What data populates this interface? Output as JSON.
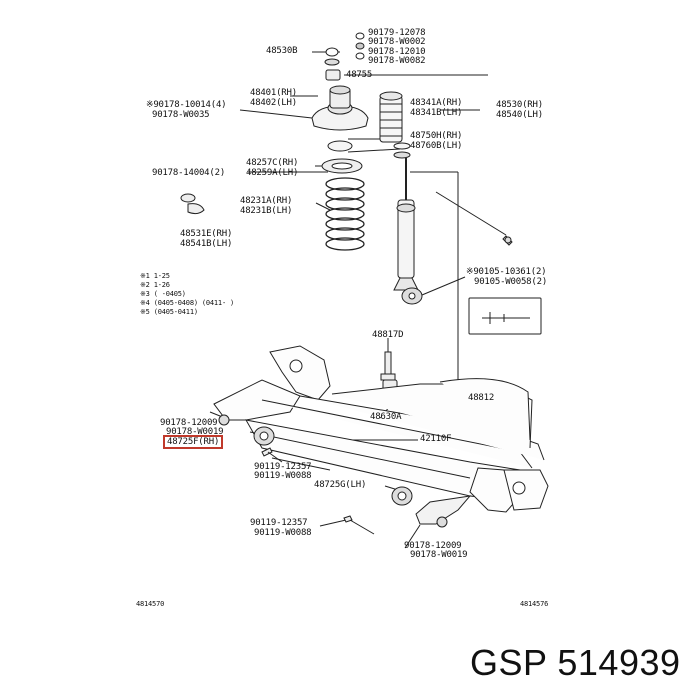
{
  "labels": {
    "l48530b": "48530B",
    "l90179_12078": "90179-12078",
    "l90178_w0002": "90178-W0002",
    "l90178_12010": "90178-12010",
    "l90178_w0082": "90178-W0082",
    "l48755": "48755",
    "l48401": "48401(RH)",
    "l48402": "48402(LH)",
    "l90178_10014": "※90178-10014(4)",
    "l90178_w0035": "90178-W0035",
    "l48341a": "48341A(RH)",
    "l48341b": "48341B(LH)",
    "l48530": "48530(RH)",
    "l48540": "48540(LH)",
    "l48750h": "48750H(RH)",
    "l48760b": "48760B(LH)",
    "l48257c": "48257C(RH)",
    "l48259a": "48259A(LH)",
    "l90178_14004": "90178-14004(2)",
    "l48231a": "48231A(RH)",
    "l48231b": "48231B(LH)",
    "l48531e": "48531E(RH)",
    "l48541b": "48541B(LH)",
    "l90105_10361": "※90105-10361(2)",
    "l90105_w0058": "90105-W0058(2)",
    "l48817d": "48817D",
    "l48812": "48812",
    "l48630a": "48630A",
    "l42110f": "42110F",
    "l90178_12009a": "90178-12009",
    "l90178_w0019a": "90178-W0019",
    "l48725f": "48725F(RH)",
    "l90119_12357a": "90119-12357",
    "l90119_w0088a": "90119-W0088",
    "l48725g": "48725G(LH)",
    "l90119_12357b": "90119-12357",
    "l90119_w0088b": "90119-W0088",
    "l90178_12009b": "90178-12009",
    "l90178_w0019b": "90178-W0019",
    "foot_left": "4814570",
    "foot_right": "4814576"
  },
  "legend": [
    "※1  1-25",
    "※2  1-26",
    "※3  (    -0405)",
    "※4  (0405-0408) (0411-    )",
    "※5  (0405-0411)"
  ],
  "brand": "GSP 514939"
}
